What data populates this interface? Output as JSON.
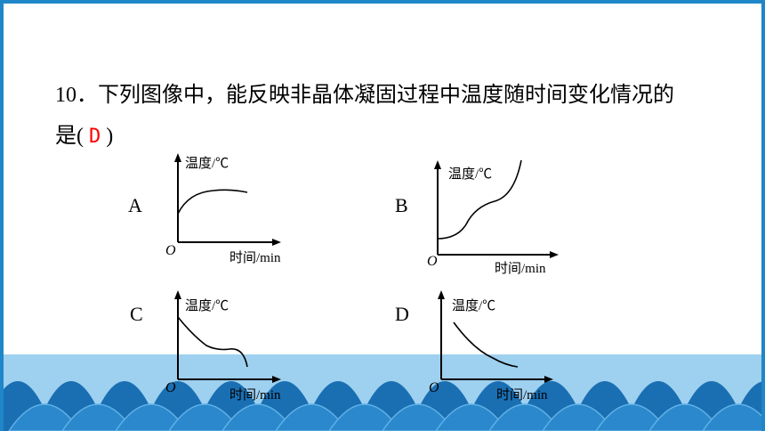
{
  "question": {
    "number": "10．",
    "stem": "下列图像中，能反映非晶体凝固过程中温度随时间变化情况的",
    "stem_end": "是",
    "paren_open": "(",
    "answer": "D",
    "paren_close": ")",
    "answer_color": "#ff0000"
  },
  "options": [
    {
      "label": "A",
      "ylabel": "温度/℃",
      "xlabel": "时间/min",
      "origin": "O"
    },
    {
      "label": "B",
      "ylabel": "温度/℃",
      "xlabel": "时间/min",
      "origin": "O"
    },
    {
      "label": "C",
      "ylabel": "温度/℃",
      "xlabel": "时间/min",
      "origin": "O"
    },
    {
      "label": "D",
      "ylabel": "温度/℃",
      "xlabel": "时间/min",
      "origin": "O"
    }
  ],
  "colors": {
    "frame": "#1f86c8",
    "wave_back": "#1a6fb3",
    "wave_front": "#2b88cc",
    "sky": "#9ed0f0"
  }
}
